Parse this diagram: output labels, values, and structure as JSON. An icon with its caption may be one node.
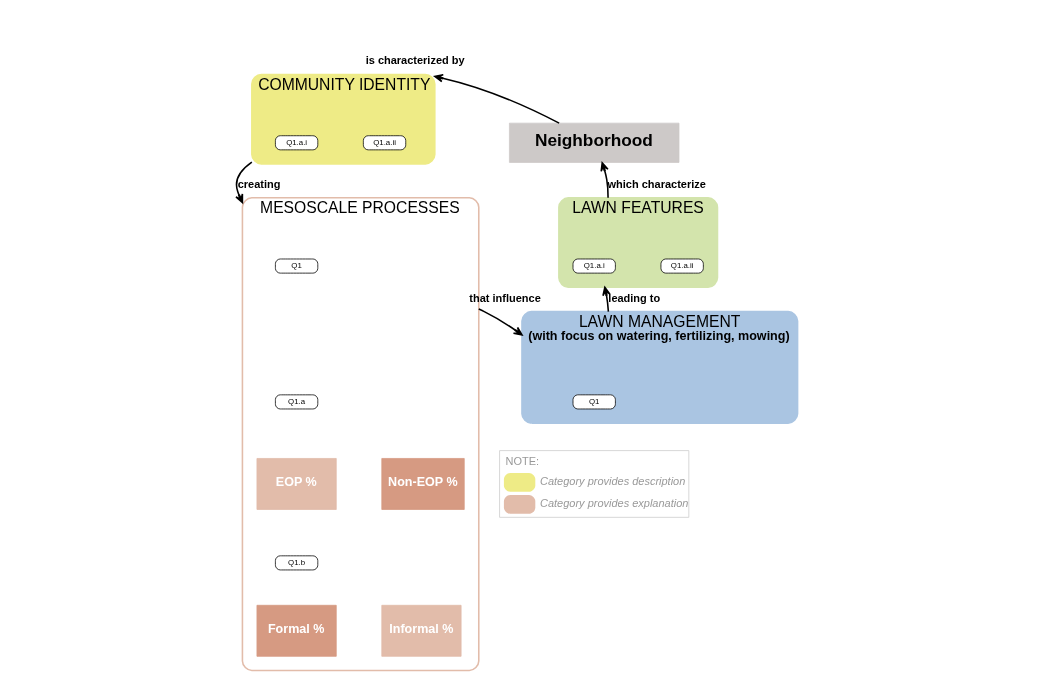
{
  "diagram": {
    "nodes": [
      {
        "text": [
          "COMMUNITY IDENTITY"
        ]
      },
      {
        "text": [
          "Q1.a.i"
        ],
        "in": 0
      },
      {
        "text": [
          "Q1.a.ii"
        ],
        "in": 0
      },
      {
        "text": [
          "Neighborhood"
        ]
      },
      {
        "text": [
          "MESOSCALE PROCESSES"
        ]
      },
      {
        "text": [
          "Q1"
        ],
        "in": 4
      },
      {
        "text": [
          "Q1.a"
        ],
        "in": 4
      },
      {
        "text": [
          "EOP %"
        ],
        "in": 4
      },
      {
        "text": [
          "Non-EOP %"
        ],
        "in": 4
      },
      {
        "text": [
          "Q1.b"
        ],
        "in": 4
      },
      {
        "text": [
          "Formal %"
        ],
        "in": 4
      },
      {
        "text": [
          "Informal %"
        ],
        "in": 4
      },
      {
        "text": [
          "LAWN FEATURES"
        ]
      },
      {
        "text": [
          "Q1.a.i"
        ],
        "in": 12
      },
      {
        "text": [
          "Q1.a.ii"
        ],
        "in": 12
      },
      {
        "text": [
          "LAWN MANAGEMENT",
          "(with focus on watering, fertilizing, mowing)"
        ]
      },
      {
        "text": [
          "Q1"
        ],
        "in": 15
      }
    ],
    "edges": [
      {
        "from": 3,
        "to": 0,
        "arrow": "to",
        "label": "is characterized by"
      },
      {
        "from": 0,
        "to": 4,
        "arrow": "to",
        "label": "creating"
      },
      {
        "from": 4,
        "to": 15,
        "arrow": "to",
        "label": "that influence"
      },
      {
        "from": 15,
        "to": 12,
        "arrow": "to",
        "label": "leading to"
      },
      {
        "from": 12,
        "to": 3,
        "arrow": "to",
        "label": "which characterize"
      }
    ],
    "labels": [
      "NOTE:"
    ],
    "legend": [
      {
        "text": "Category provides description",
        "color": "#eeeb86"
      },
      {
        "text": "Category provides explanation",
        "color": "#e2bcaa"
      }
    ]
  }
}
